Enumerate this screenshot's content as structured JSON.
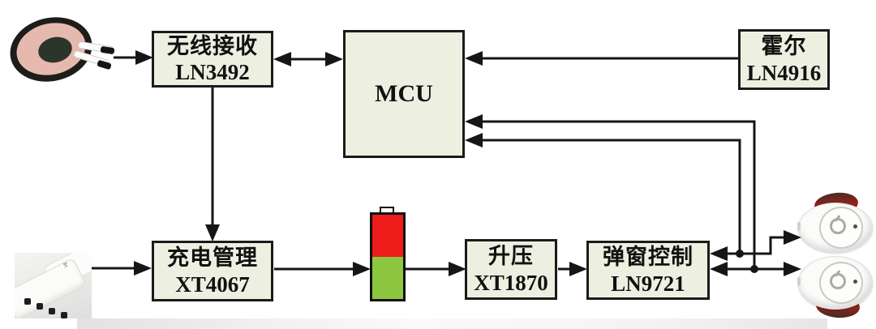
{
  "colors": {
    "background": "#ffffff",
    "line": "#161616",
    "box_fill": "#edf0e1",
    "box_border": "#1b1b1b",
    "battery_red": "#ee1b1b",
    "battery_green": "#8dc63f",
    "earbud_tip_red": "#93221a"
  },
  "blocks": {
    "wireless_rx": {
      "name": "无线接收",
      "part": "LN3492"
    },
    "mcu": {
      "name": "MCU"
    },
    "hall": {
      "name": "霍尔",
      "part": "LN4916"
    },
    "charge_mgmt": {
      "name": "充电管理",
      "part": "XT4067"
    },
    "boost": {
      "name": "升压",
      "part": "XT1870"
    },
    "popup_ctrl": {
      "name": "弹窗控制",
      "part": "LN9721"
    }
  },
  "icons": {
    "coil": "wireless-charging-coil-photo",
    "usb": "usb-type-c-plug-photo",
    "battery": "battery-level-indicator",
    "earbud_top": "tws-earbud-photo",
    "earbud_bottom": "tws-earbud-photo"
  }
}
